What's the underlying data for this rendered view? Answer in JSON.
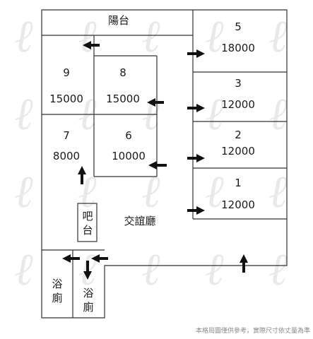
{
  "watermark": {
    "glyph": "ℓ"
  },
  "labels": {
    "balcony": "陽台",
    "living_room": "交誼廳",
    "bar": "吧台",
    "bath_left": "浴廁",
    "bath_right": "浴廁"
  },
  "rooms": [
    {
      "number": "5",
      "price": "18000"
    },
    {
      "number": "3",
      "price": "12000"
    },
    {
      "number": "2",
      "price": "12000"
    },
    {
      "number": "1",
      "price": "12000"
    },
    {
      "number": "9",
      "price": "15000"
    },
    {
      "number": "8",
      "price": "15000"
    },
    {
      "number": "7",
      "price": "8000"
    },
    {
      "number": "6",
      "price": "10000"
    }
  ],
  "footer": {
    "note": "本格局圖僅供參考，實際尺寸依丈量為準"
  }
}
